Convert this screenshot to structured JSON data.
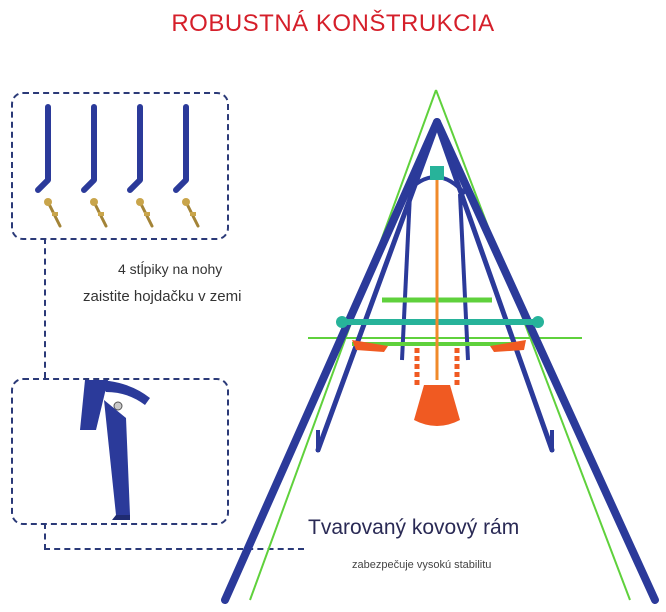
{
  "header": {
    "title": "ROBUSTNÁ KONŠTRUKCIA"
  },
  "callout_parts": {
    "line1": "4 stĺpiky na nohy",
    "line2": "zaistite hojdačku v zemi"
  },
  "callout_frame": {
    "title": "Tvarovaný kovový rám",
    "subtitle": "zabezpečuje vysokú stabilitu"
  },
  "colors": {
    "title": "#d51f2a",
    "frame": "#2b3a9a",
    "accent_green": "#5fd13c",
    "seat_orange": "#f05a22",
    "rope_orange": "#f08a2a",
    "teal": "#27b39a",
    "dashed_border": "#2b3a78"
  },
  "icons": [
    "ground-stake-icon",
    "bolt-icon",
    "leg-detail-icon",
    "swing-frame-illustration"
  ]
}
